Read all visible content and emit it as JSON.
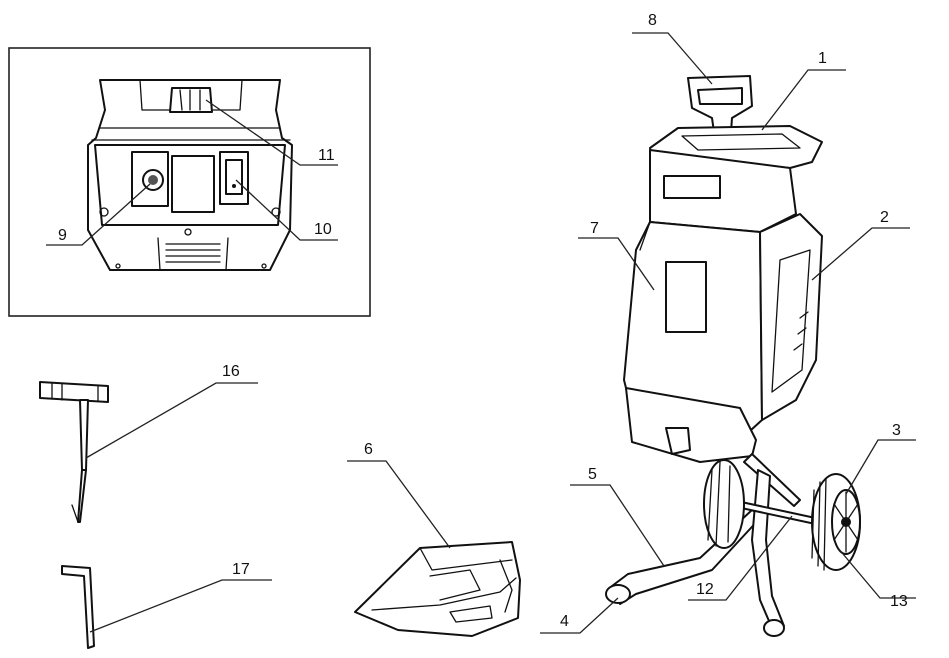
{
  "diagram": {
    "type": "parts-diagram",
    "callouts": [
      "1",
      "2",
      "3",
      "4",
      "5",
      "6",
      "7",
      "8",
      "9",
      "10",
      "11",
      "12",
      "13",
      "16",
      "17"
    ]
  }
}
